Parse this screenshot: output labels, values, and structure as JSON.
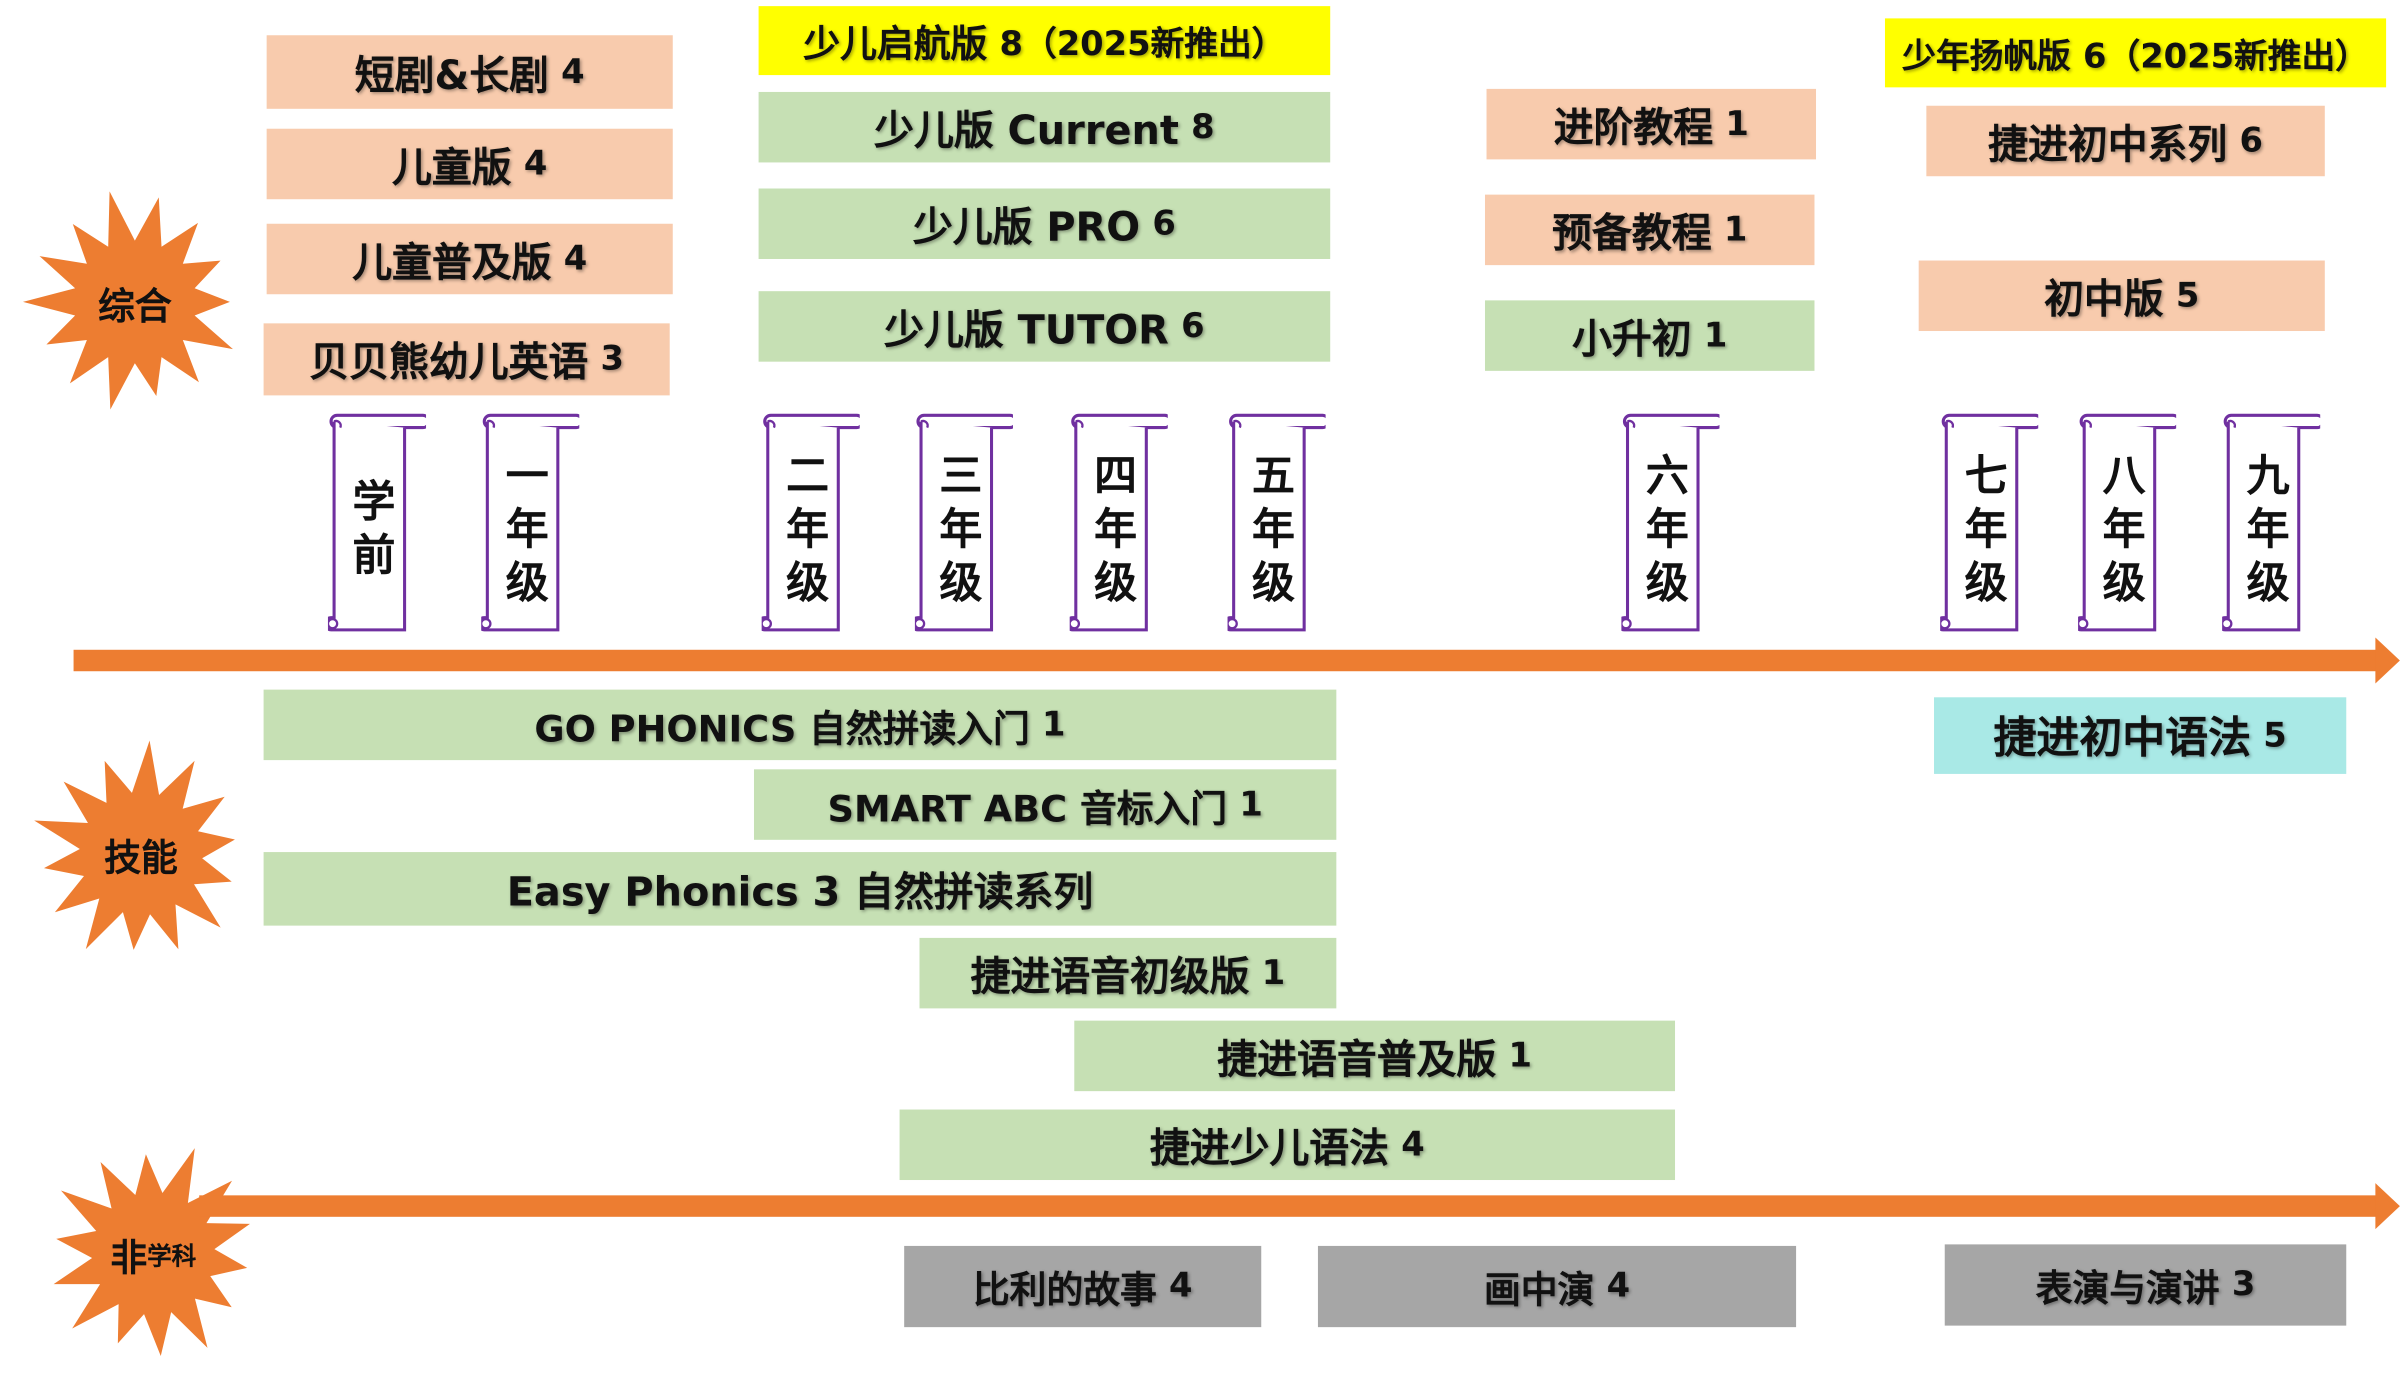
{
  "colors": {
    "peach": "#f8cbad",
    "green": "#c6e0b4",
    "yellow": "#ffff00",
    "cyan": "#a9e9e6",
    "gray": "#a6a6a6",
    "orange": "#ed7d31",
    "scroll": "#7030a0"
  },
  "categories": {
    "general": "综合",
    "skills": "技能",
    "non_subject_main": "非",
    "non_subject_sub": "学科"
  },
  "general": {
    "preschool": [
      {
        "label": "短剧&长剧",
        "num": "4"
      },
      {
        "label": "儿童版",
        "num": "4"
      },
      {
        "label": "儿童普及版",
        "num": "4"
      },
      {
        "label": "贝贝熊幼儿英语",
        "num": "3"
      }
    ],
    "primary": [
      {
        "label": "少儿启航版",
        "num": "8（2025新推出）"
      },
      {
        "label": "少儿版 Current",
        "num": "8"
      },
      {
        "label": "少儿版 PRO",
        "num": "6"
      },
      {
        "label": "少儿版 TUTOR",
        "num": "6"
      }
    ],
    "grade6": [
      {
        "label": "进阶教程",
        "num": "1"
      },
      {
        "label": "预备教程",
        "num": "1"
      },
      {
        "label": "小升初",
        "num": "1"
      }
    ],
    "junior": [
      {
        "label": "少年扬帆版",
        "num": "6（2025新推出）"
      },
      {
        "label": "捷进初中系列",
        "num": "6"
      },
      {
        "label": "初中版",
        "num": "5"
      }
    ]
  },
  "grades": [
    [
      "学",
      "前"
    ],
    [
      "一",
      "年",
      "级"
    ],
    [
      "二",
      "年",
      "级"
    ],
    [
      "三",
      "年",
      "级"
    ],
    [
      "四",
      "年",
      "级"
    ],
    [
      "五",
      "年",
      "级"
    ],
    [
      "六",
      "年",
      "级"
    ],
    [
      "七",
      "年",
      "级"
    ],
    [
      "八",
      "年",
      "级"
    ],
    [
      "九",
      "年",
      "级"
    ]
  ],
  "skills": [
    {
      "label": "GO PHONICS 自然拼读入门",
      "num": "1"
    },
    {
      "label": "SMART ABC 音标入门",
      "num": "1"
    },
    {
      "label": "Easy Phonics 3 自然拼读系列",
      "num": ""
    },
    {
      "label": "捷进语音初级版",
      "num": "1"
    },
    {
      "label": "捷进语音普及版",
      "num": "1"
    },
    {
      "label": "捷进少儿语法",
      "num": "4"
    },
    {
      "label": "捷进初中语法",
      "num": "5"
    }
  ],
  "non_subject": [
    {
      "label": "比利的故事",
      "num": "4"
    },
    {
      "label": "画中演",
      "num": "4"
    },
    {
      "label": "表演与演讲",
      "num": "3"
    }
  ]
}
